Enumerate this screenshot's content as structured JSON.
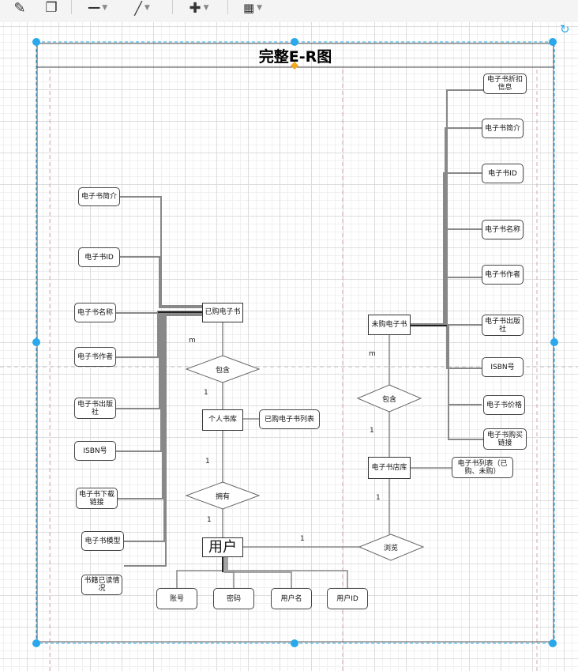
{
  "toolbar": {
    "items": [
      {
        "name": "line-color-icon",
        "glyph": "✎"
      },
      {
        "name": "shadow-icon",
        "glyph": "❐"
      },
      {
        "name": "line-style-icon",
        "glyph": "━━"
      },
      {
        "name": "waypoint-icon",
        "glyph": "╱"
      },
      {
        "name": "insert-icon",
        "glyph": "✚"
      },
      {
        "name": "table-icon",
        "glyph": "▦"
      }
    ]
  },
  "diagram": {
    "title": "完整E-R图",
    "entities": {
      "purchased": "已购电子书",
      "library": "个人书库",
      "user": "用户",
      "unpurchased": "未购电子书",
      "store": "电子书店库"
    },
    "relationships": {
      "contains_left": "包含",
      "owns": "拥有",
      "contains_right": "包含",
      "browse": "浏览"
    },
    "left_attributes": [
      "电子书简介",
      "电子书ID",
      "电子书名称",
      "电子书作者",
      "电子书出版社",
      "ISBN号",
      "电子书下载链接",
      "电子书模型",
      "书籍已读情况"
    ],
    "right_attributes": [
      "电子书折扣信息",
      "电子书简介",
      "电子书ID",
      "电子书名称",
      "电子书作者",
      "电子书出版社",
      "ISBN号",
      "电子书价格",
      "电子书购买链接"
    ],
    "library_attribute": "已购电子书列表",
    "store_attribute": "电子书列表（已购、未购）",
    "user_attributes": [
      "账号",
      "密码",
      "用户名",
      "用户ID"
    ],
    "cardinalities": {
      "purchased_contains": "m",
      "contains_library": "1",
      "library_owns": "1",
      "owns_user": "1",
      "user_browse": "1",
      "unpurchased_contains": "m",
      "contains_store": "1",
      "store_browse": "1"
    }
  }
}
